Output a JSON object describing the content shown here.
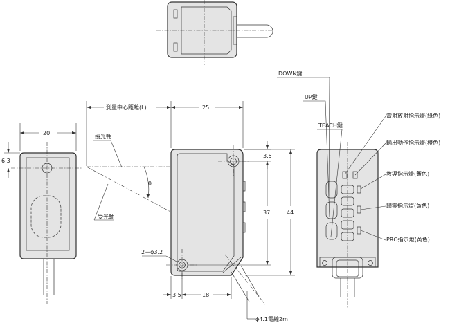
{
  "dimensions": {
    "width_front": "20",
    "width_side": "25",
    "hole_offset": "6.3",
    "hole_top": "3.5",
    "span_37": "37",
    "height_44": "44",
    "bottom_left": "3.5",
    "bottom_18": "18",
    "holes": "2－ϕ3.2",
    "distance": "測量中心距離(L)"
  },
  "axes": {
    "emit": "投光軸",
    "receive": "受光軸",
    "angle": "θ"
  },
  "callouts": {
    "down": "DOWN鍵",
    "up": "UP鍵",
    "teach": "TEACH鍵",
    "laser": "雷射放射指示燈(綠色)",
    "output": "輸出動作指示燈(橙色)",
    "teach_led": "教導指示燈(黃色)",
    "zero": "歸零指示燈(黃色)",
    "pro": "PRO指示燈(黃色)",
    "cable": "ϕ4.1電線2m"
  }
}
